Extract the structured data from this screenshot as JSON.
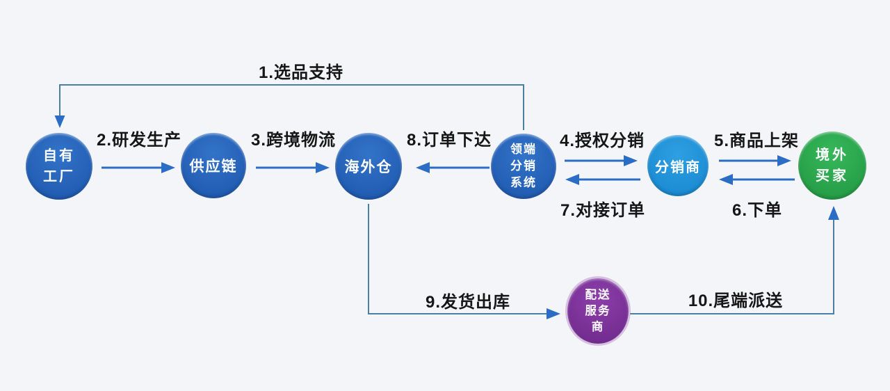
{
  "colors": {
    "bg": "#f4f5f8",
    "line": "#4b7fa3",
    "arrow": "#2b6cc5",
    "label": "#161616",
    "deep-blue": "#2262b8",
    "light-blue": "#1e90d8",
    "green": "#2aa94c",
    "purple": "#7b2f97"
  },
  "nodes": [
    {
      "id": "own-factory",
      "lines": [
        "自有",
        "工厂"
      ],
      "color": "#2262b8"
    },
    {
      "id": "supply-chain",
      "lines": [
        "供应链"
      ],
      "color": "#2262b8"
    },
    {
      "id": "overseas-warehouse",
      "lines": [
        "海外仓"
      ],
      "color": "#2262b8"
    },
    {
      "id": "distribution-system",
      "lines": [
        "领端",
        "分销",
        "系统"
      ],
      "color": "#2262b8"
    },
    {
      "id": "distributor",
      "lines": [
        "分销商"
      ],
      "color": "#1e90d8"
    },
    {
      "id": "overseas-buyer",
      "lines": [
        "境外",
        "买家"
      ],
      "color": "#2aa94c"
    },
    {
      "id": "delivery-provider",
      "lines": [
        "配送",
        "服务",
        "商"
      ],
      "color": "#7b2f97"
    }
  ],
  "steps": [
    {
      "label": "1.选品支持",
      "from": "distribution-system",
      "to": "own-factory"
    },
    {
      "label": "2.研发生产",
      "from": "own-factory",
      "to": "supply-chain"
    },
    {
      "label": "3.跨境物流",
      "from": "supply-chain",
      "to": "overseas-warehouse"
    },
    {
      "label": "4.授权分销",
      "from": "distribution-system",
      "to": "distributor"
    },
    {
      "label": "5.商品上架",
      "from": "distributor",
      "to": "overseas-buyer"
    },
    {
      "label": "6.下单",
      "from": "overseas-buyer",
      "to": "distributor"
    },
    {
      "label": "7.对接订单",
      "from": "distributor",
      "to": "distribution-system"
    },
    {
      "label": "8.订单下达",
      "from": "distribution-system",
      "to": "overseas-warehouse"
    },
    {
      "label": "9.发货出库",
      "from": "overseas-warehouse",
      "to": "delivery-provider"
    },
    {
      "label": "10.尾端派送",
      "from": "delivery-provider",
      "to": "overseas-buyer"
    }
  ]
}
